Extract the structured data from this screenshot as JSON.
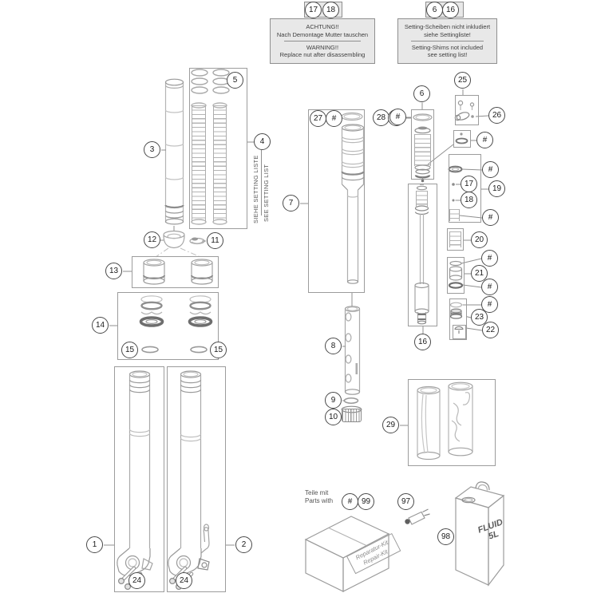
{
  "diagram": {
    "warning_left": {
      "de_title": "ACHTUNG!!",
      "de_body": "Nach Demontage Mutter tauschen",
      "en_title": "WARNING!!",
      "en_body": "Replace nut after disassembling"
    },
    "warning_right": {
      "de_line1": "Setting-Scheiben nicht inkludiert",
      "de_line2": "siehe Settingliste!",
      "en_line1": "Setting-Shims not included",
      "en_line2": "see setting list!"
    },
    "setting_note": {
      "de": "SIEHE SETTING LISTE",
      "en": "SEE SETTING LIST"
    },
    "kit_note": {
      "de": "Teile mit",
      "en": "Parts with"
    },
    "repair_kit_label": {
      "de": "Reparatur-Kit",
      "en": "Repair-Kit"
    },
    "fluid_can": {
      "line1": "FLUID",
      "line2": "5L"
    }
  },
  "labels": {
    "n1": "1",
    "n2": "2",
    "n3": "3",
    "n4": "4",
    "n5": "5",
    "n6": "6",
    "n7": "7",
    "n8": "8",
    "n9": "9",
    "n10": "10",
    "n11": "11",
    "n12": "12",
    "n13": "13",
    "n14": "14",
    "n15": "15",
    "n16": "16",
    "n17": "17",
    "n18": "18",
    "n19": "19",
    "n20": "20",
    "n21": "21",
    "n22": "22",
    "n23": "23",
    "n24": "24",
    "n25": "25",
    "n26": "26",
    "n27": "27",
    "n28": "28",
    "n29": "29",
    "n97": "97",
    "n98": "98",
    "n99": "99",
    "hash": "#"
  },
  "colors": {
    "line_art": "#b3b3b3",
    "box_border": "#9c9c9c",
    "warning_fill": "#e8e8e8",
    "callout_border": "#4a4a4a"
  }
}
